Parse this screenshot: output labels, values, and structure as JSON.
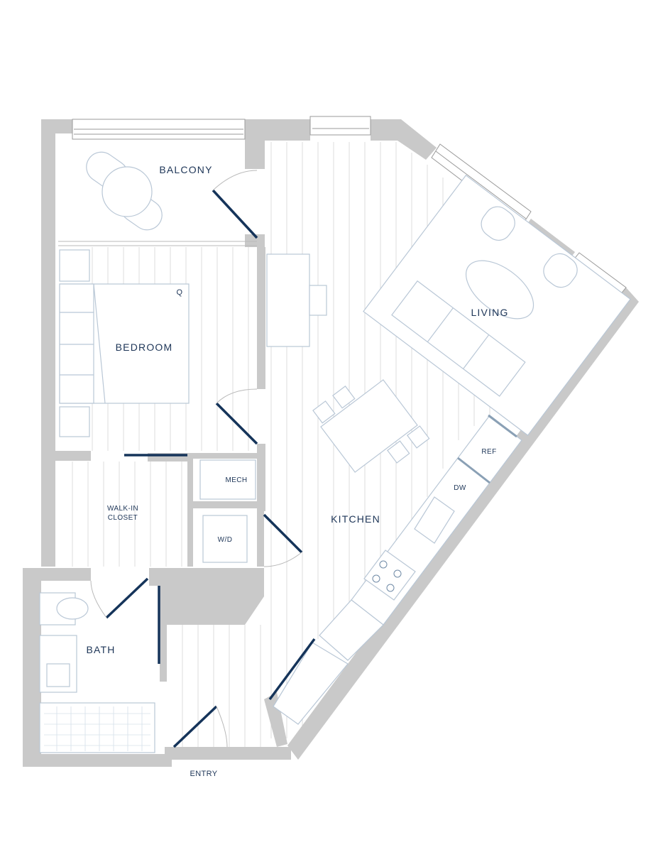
{
  "rooms": {
    "balcony": "BALCONY",
    "bedroom": "BEDROOM",
    "living": "LIVING",
    "kitchen": "KITCHEN",
    "bath": "BATH",
    "entry": "ENTRY",
    "closet_line1": "WALK-IN",
    "closet_line2": "CLOSET",
    "mech": "MECH",
    "washer_dryer": "W/D",
    "refrigerator": "REF",
    "dishwasher": "DW",
    "bed_size": "Q"
  },
  "colors": {
    "label": "#1d3557",
    "door": "#15345a",
    "wall": "#c9c9c9",
    "furniture_outline": "#b9c7d6"
  }
}
